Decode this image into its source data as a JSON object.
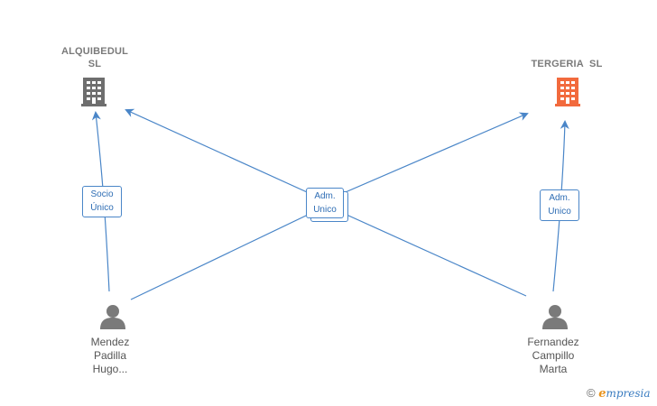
{
  "nodes": {
    "company_1": {
      "name_line1": "ALQUIBEDUL",
      "name_line2": "SL",
      "color": "#6e6e6e"
    },
    "company_2": {
      "name": "TERGERIA  SL",
      "color": "#f26a3d"
    },
    "person_1": {
      "line1": "Mendez",
      "line2": "Padilla",
      "line3": "Hugo..."
    },
    "person_2": {
      "line1": "Fernandez",
      "line2": "Campillo",
      "line3": "Marta"
    }
  },
  "relations": {
    "rel_1": {
      "line1": "Socio",
      "line2": "Único"
    },
    "rel_center": {
      "line1": "Adm.",
      "line2": "Unico"
    },
    "rel_2": {
      "line1": "Adm.",
      "line2": "Unico"
    }
  },
  "colors": {
    "edge": "#4a86c8",
    "person_icon": "#7a7a7a"
  },
  "brand": {
    "copyright": "©",
    "e_letter": "e",
    "rest": "mpresia"
  }
}
